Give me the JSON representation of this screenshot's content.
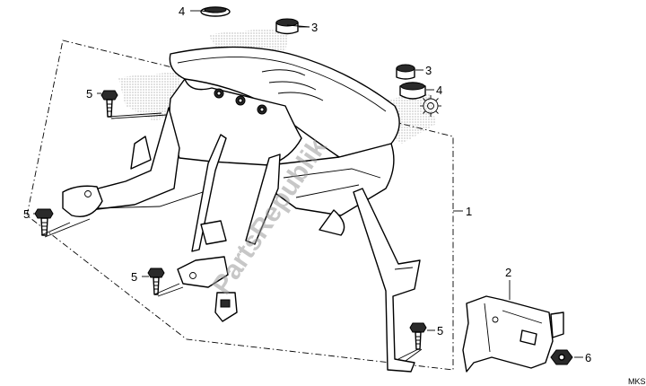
{
  "diagram": {
    "callouts": [
      {
        "id": "grommet-top-left",
        "label": "4"
      },
      {
        "id": "grommet-top-right",
        "label": "3"
      },
      {
        "id": "grommet-right-upper",
        "label": "3"
      },
      {
        "id": "grommet-right-lower",
        "label": "4"
      },
      {
        "id": "bolt-upper-left",
        "label": "5"
      },
      {
        "id": "bolt-left",
        "label": "5"
      },
      {
        "id": "bolt-lower-middle",
        "label": "5"
      },
      {
        "id": "bolt-lower-right",
        "label": "5"
      },
      {
        "id": "assembly-bracket",
        "label": "1"
      },
      {
        "id": "side-bracket",
        "label": "2"
      },
      {
        "id": "nut",
        "label": "6"
      }
    ],
    "watermark": "PartsRepublik",
    "diagram_code": "MKS"
  }
}
